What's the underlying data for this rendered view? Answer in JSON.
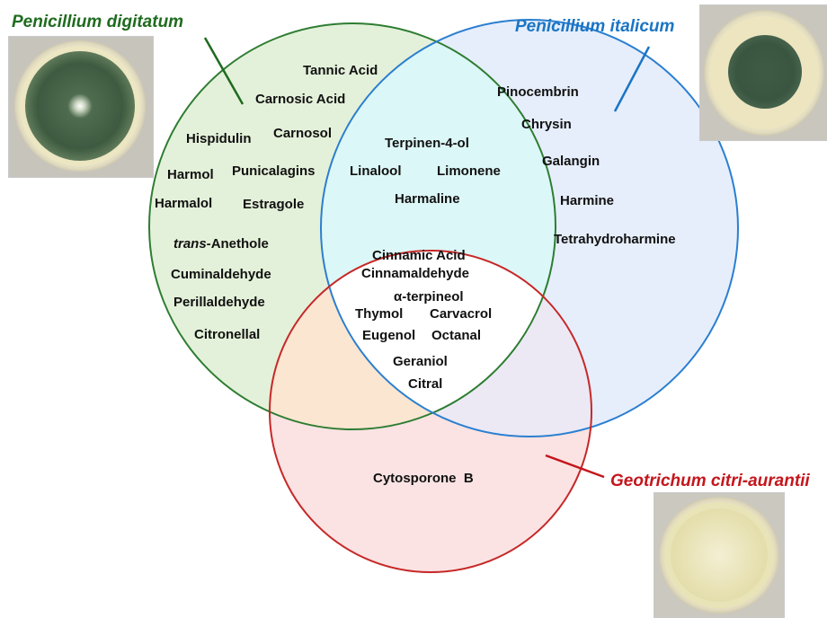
{
  "organisms": {
    "digitatum": {
      "label": "Penicillium digitatum",
      "color": "#1f6b1f"
    },
    "italicum": {
      "label": "Penicillium italicum",
      "color": "#1a75c4"
    },
    "geotrichum": {
      "label": "Geotrichum citri-aurantii",
      "color": "#c4161c"
    }
  },
  "sets": {
    "digitatum_only": [
      "Tannic Acid",
      "Carnosic Acid",
      "Hispidulin",
      "Carnosol",
      "Harmol",
      "Punicalagins",
      "Harmalol",
      "Estragole",
      "Anethole",
      "Cuminaldehyde",
      "Perillaldehyde",
      "Citronellal"
    ],
    "anethole_prefix": "trans-",
    "italicum_only": [
      "Pinocembrin",
      "Chrysin",
      "Galangin",
      "Harmine",
      "Tetrahydroharmine"
    ],
    "digitatum_italicum": [
      "Terpinen-4-ol",
      "Linalool",
      "Limonene",
      "Harmaline"
    ],
    "all_three": [
      "Cinnamic Acid",
      "Cinnamaldehyde",
      "α-terpineol",
      "Thymol",
      "Carvacrol",
      "Eugenol",
      "Octanal",
      "Geraniol",
      "Citral"
    ],
    "geotrichum_only": [
      "Cytosporone  B"
    ]
  },
  "colors": {
    "green_fill": "#e4f1da",
    "blue_fill": "#e6eefb",
    "red_fill": "#fbe3e3",
    "green_blue_fill": "#dcf7f7",
    "green_red_fill": "#fbe6d2",
    "blue_red_fill": "#ece9f5",
    "center_fill": "#ffffff"
  },
  "images": {
    "digitatum_plate": "petri-dish-green-colony",
    "italicum_plate": "petri-dish-dark-green-colony",
    "geotrichum_plate": "petri-dish-pale-colony"
  }
}
